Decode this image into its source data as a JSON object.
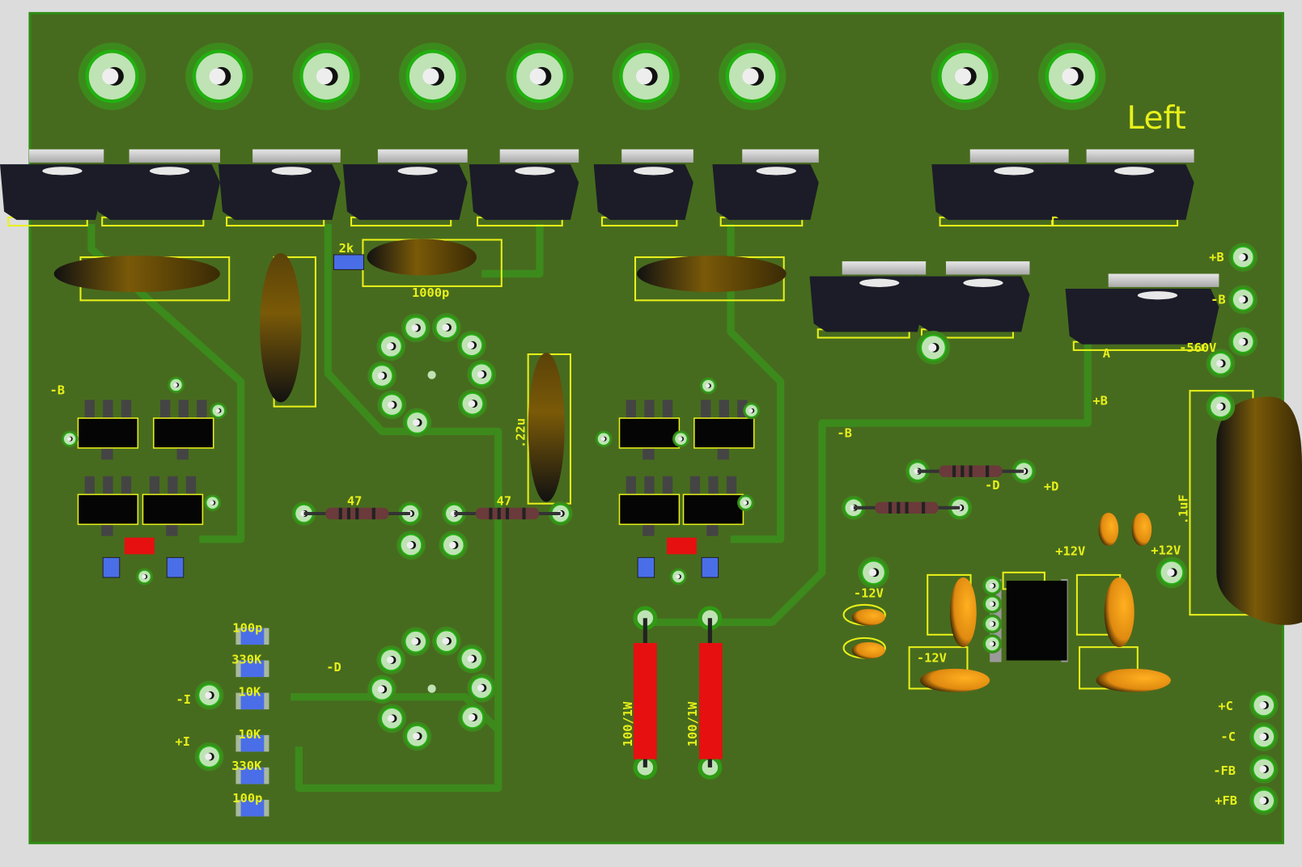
{
  "board": {
    "title": "Left",
    "colors": {
      "board": "#476b1e",
      "silkscreen": "#e8f01a",
      "pad": "#bfe3b4",
      "copper": "#2f9a14",
      "background": "#dcdcdc"
    }
  },
  "labels": {
    "resistor_2k": "2k",
    "cap_1000p": "1000p",
    "cap_22u": ".22u",
    "minus_b_left": "-B",
    "minus_b_mid": "-B",
    "res_47_a": "47",
    "res_47_b": "47",
    "minus_d_left": "-D",
    "minus_d_right": "-D",
    "plus_d": "+D",
    "plus_b_trace": "+B",
    "a_label": "A",
    "cap_1uf": ".1uF",
    "plus_12v_a": "+12V",
    "plus_12v_b": "+12V",
    "minus_12v_a": "-12V",
    "minus_12v_b": "-12V",
    "res_100_1w_a": "100/1W",
    "res_100_1w_b": "100/1W",
    "minus_i": "-I",
    "plus_i": "+I",
    "smd_100p_top": "100p",
    "smd_330k_top": "330K",
    "smd_10k_top": "10K",
    "smd_10k_bot": "10K",
    "smd_330k_bot": "330K",
    "smd_100p_bot": "100p"
  },
  "connectors": {
    "plus_b": "+B",
    "minus_b": "-B",
    "minus_560v": "-560V",
    "plus_c": "+C",
    "minus_c": "-C",
    "minus_fb": "-FB",
    "plus_fb": "+FB"
  }
}
